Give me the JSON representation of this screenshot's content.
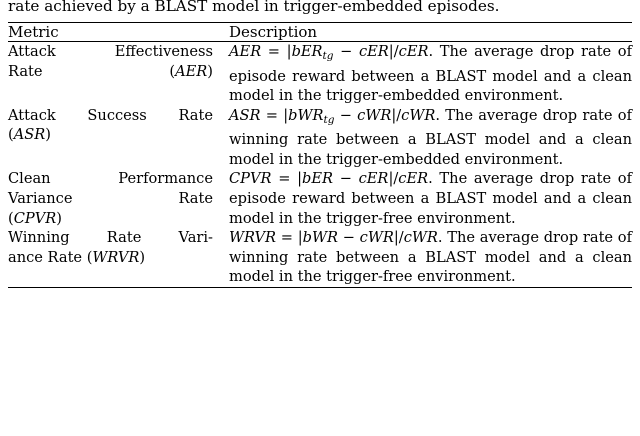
{
  "caption_tail": "rate achieved by a BLAST model in trigger-embedded episodes.",
  "table": {
    "headers": {
      "metric": "Metric",
      "description": "Description"
    },
    "rows": [
      {
        "metric_lines": [
          "Attack  Effectiveness",
          "Rate (AER)"
        ],
        "metric_plain": "Attack Effectiveness Rate (AER)",
        "formula": "AER = |bER_tg − cER|/cER.",
        "desc": "The average drop rate of episode reward between a BLAST model and a clean model in the trigger-embedded environment."
      },
      {
        "metric_lines": [
          "Attack Success Rate",
          "(ASR)"
        ],
        "metric_plain": "Attack Success Rate (ASR)",
        "formula": "ASR = |bWR_tg − cWR|/cWR.",
        "desc": "The average drop rate of winning rate between a BLAST model and a clean model in the trigger-embedded environment."
      },
      {
        "metric_lines": [
          "Clean  Performance",
          "Variance  Rate",
          "(CPVR)"
        ],
        "metric_plain": "Clean Performance Variance Rate (CPVR)",
        "formula": "CPVR = |bER − cER|/cER.",
        "desc": "The average drop rate of episode reward between a BLAST model and a clean model in the trigger-free environment."
      },
      {
        "metric_lines": [
          "Winning Rate Vari-",
          "ance Rate (WRVR)"
        ],
        "metric_plain": "Winning Rate Variance Rate (WRVR)",
        "formula": "WRVR = |bWR − cWR|/cWR.",
        "desc": "The average drop rate of winning rate between a BLAST model and a clean model in the trigger-free environment."
      }
    ]
  }
}
